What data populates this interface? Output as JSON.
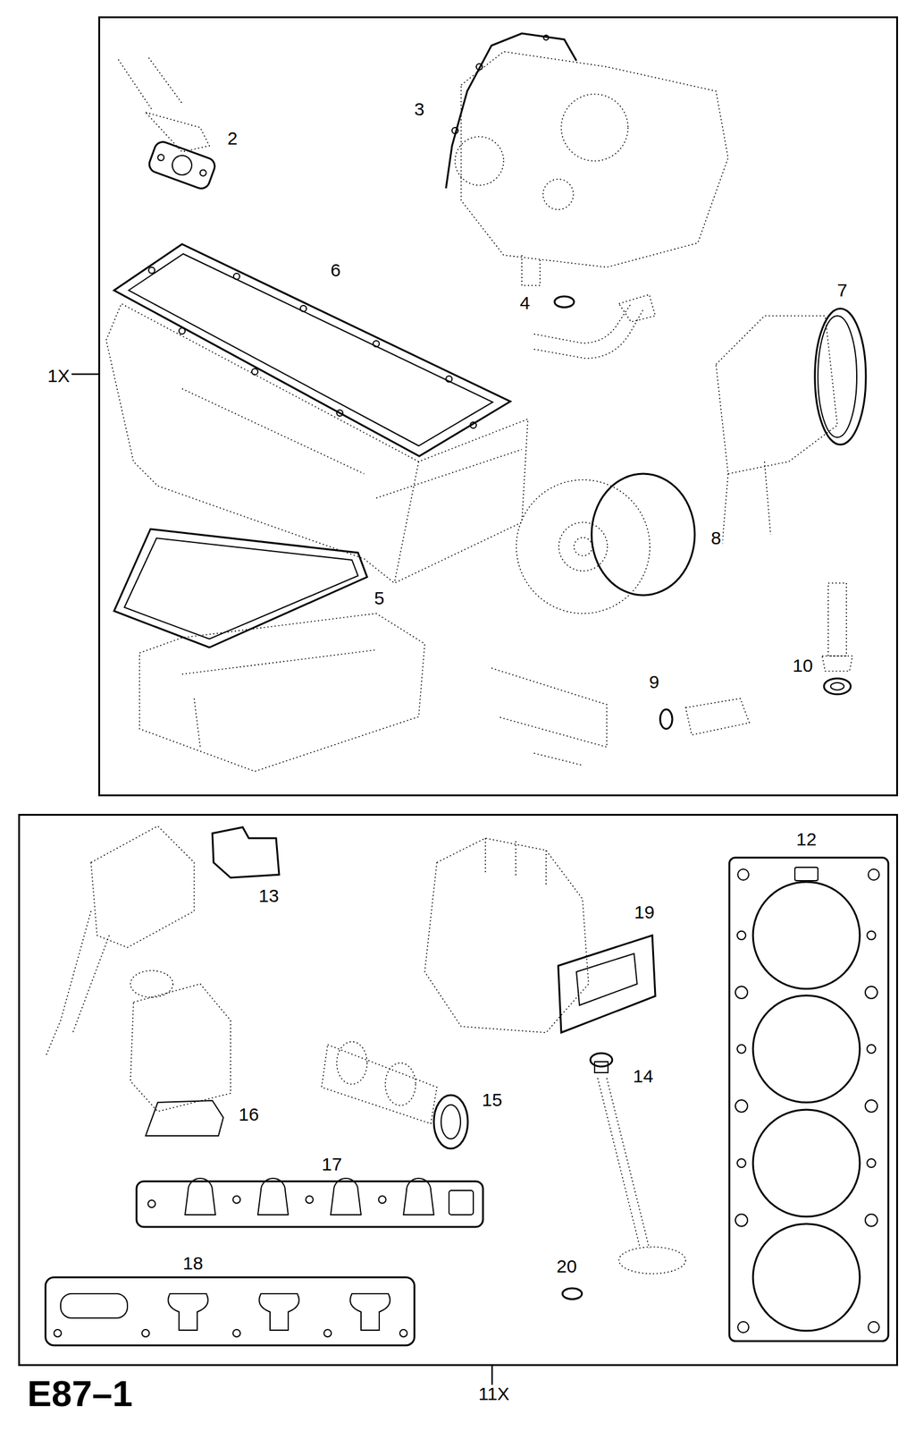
{
  "diagram": {
    "title": "E87–1",
    "nodes": [
      {
        "text": [
          "1X"
        ]
      },
      {
        "text": [
          "11X"
        ]
      }
    ],
    "labels": [
      "2",
      "3",
      "6",
      "4",
      "7",
      "8",
      "5",
      "10",
      "9",
      "12",
      "13",
      "19",
      "14",
      "15",
      "16",
      "17",
      "18",
      "20"
    ]
  }
}
